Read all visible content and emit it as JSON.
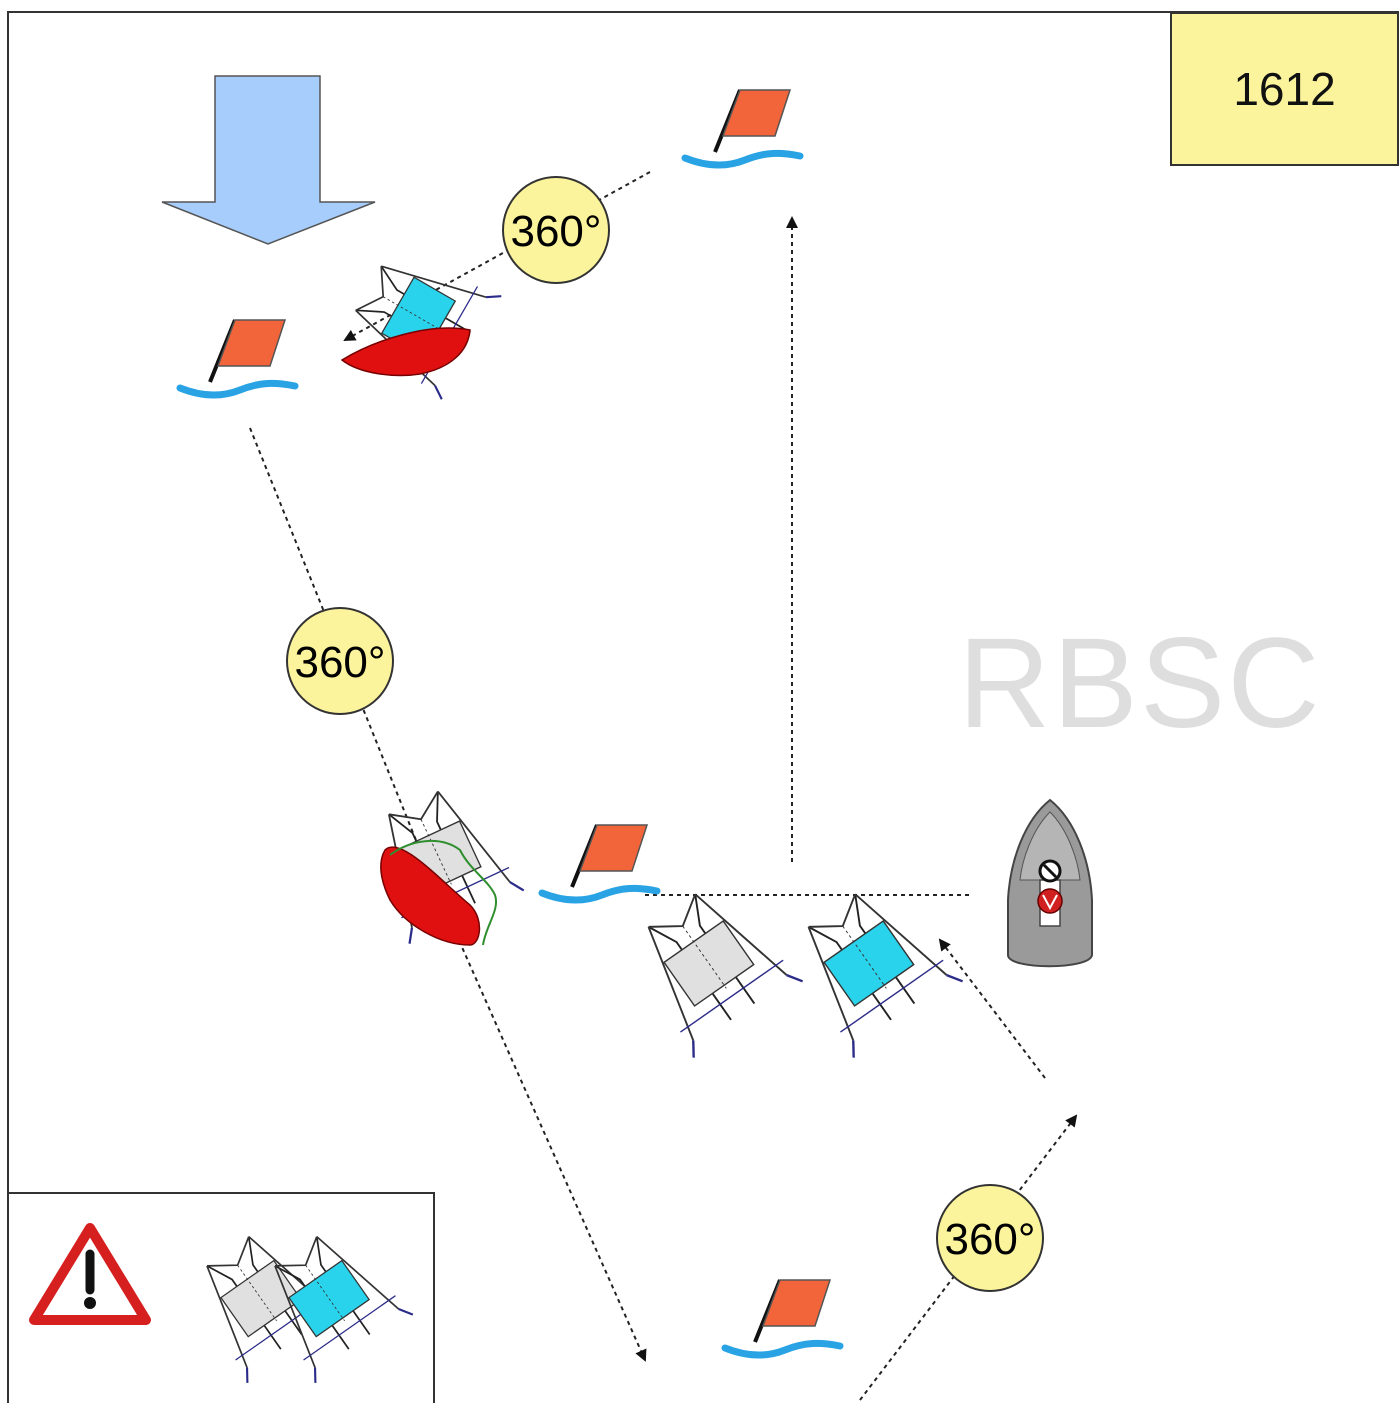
{
  "diagram": {
    "scenario_number": "1612",
    "watermark": "RBSC",
    "turn_badges": [
      "360°",
      "360°",
      "360°"
    ],
    "colors": {
      "wind_arrow": "#a6cdfb",
      "mark_flag": "#f2653a",
      "water": "#29a3e4",
      "badge_fill": "#fbf49c",
      "boat_red": "#e01010",
      "boat_cyan": "#29d3ec",
      "boat_grey": "#e0e0e0",
      "committee_boat": "#9a9a9a",
      "warning_red": "#d61f1f"
    },
    "icons": [
      "wind-arrow-icon",
      "mark-flag-icon",
      "warning-triangle-icon",
      "committee-boat-icon",
      "catamaran-icon"
    ]
  }
}
